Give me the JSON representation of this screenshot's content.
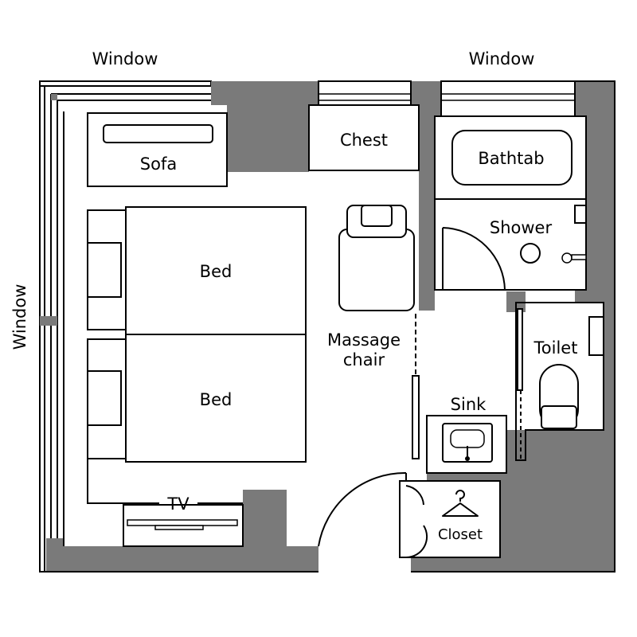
{
  "labels": {
    "window_top_left": "Window",
    "window_top_right": "Window",
    "window_left": "Window",
    "sofa": "Sofa",
    "chest": "Chest",
    "bathtab": "Bathtab",
    "shower": "Shower",
    "bed_1": "Bed",
    "bed_2": "Bed",
    "massage_chair_line1": "Massage",
    "massage_chair_line2": "chair",
    "toilet": "Toilet",
    "sink": "Sink",
    "tv": "TV",
    "closet": "Closet"
  },
  "colors": {
    "wall": "#7a7a7a",
    "line": "#000000",
    "background": "#ffffff"
  }
}
